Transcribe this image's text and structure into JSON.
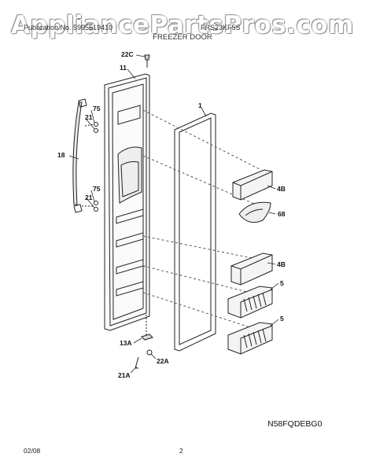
{
  "watermark": "AppliancePartsPros.com",
  "header": {
    "left": "Publication No. 5995519410",
    "right": "FRS23KF5S",
    "title": "FREEZER DOOR"
  },
  "callouts": {
    "c22C": "22C",
    "c11": "11",
    "c1": "1",
    "c75a": "75",
    "c21a": "21",
    "c18": "18",
    "c75b": "75",
    "c21b": "21",
    "c4Ba": "4B",
    "c68": "68",
    "c4Bb": "4B",
    "c5a": "5",
    "c5b": "5",
    "c13A": "13A",
    "c22A": "22A",
    "c21A": "21A"
  },
  "model_code": "N58FQDEBG0",
  "footer": {
    "date": "02/08",
    "page": "2"
  }
}
